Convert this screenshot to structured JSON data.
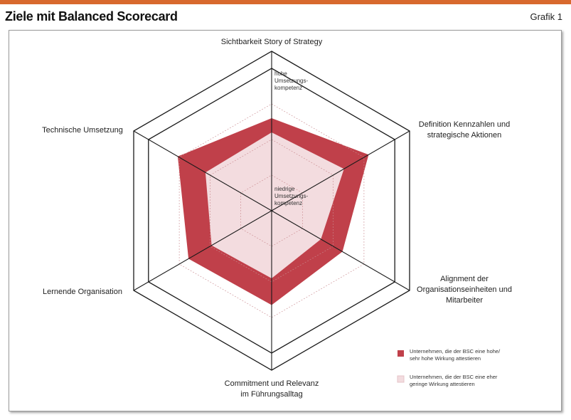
{
  "header": {
    "title": "Ziele mit Balanced Scorecard",
    "figure_label": "Grafik 1"
  },
  "colors": {
    "accent_rule": "#d8692e",
    "high_series": "#c0404a",
    "low_series": "#f3dcdf"
  },
  "chart_data": {
    "type": "radar",
    "axes": [
      [
        "Sichtbarkeit Story of Strategy"
      ],
      [
        "Definition Kennzahlen und",
        "strategische Aktionen"
      ],
      [
        "Alignment der",
        "Organisationseinheiten und",
        "Mitarbeiter"
      ],
      [
        "Commitment und Relevanz",
        "im Führungsalltag"
      ],
      [
        "Lernende Organisation"
      ],
      [
        "Technische Umsetzung"
      ]
    ],
    "scale": {
      "min": 0,
      "max": 4,
      "rings": 4
    },
    "annotations": {
      "outer": [
        "hohe",
        "Umsetzungs-",
        "kompetenz"
      ],
      "inner": [
        "niedrige",
        "Umsetzungs-",
        "kompetenz"
      ]
    },
    "series": [
      {
        "name": "Unternehmen, die der BSC eine hohe/ sehr hohe Wirkung attestieren",
        "legend_lines": [
          "Unternehmen, die der BSC eine hohe/",
          "sehr hohe Wirkung attestieren"
        ],
        "color": "#c0404a",
        "values": [
          2.6,
          3.15,
          2.3,
          2.65,
          2.7,
          3.05
        ]
      },
      {
        "name": "Unternehmen, die der BSC eine eher geringe Wirkung attestieren",
        "legend_lines": [
          "Unternehmen, die der BSC eine eher",
          "geringe Wirkung attestieren"
        ],
        "color": "#f3dcdf",
        "values": [
          2.2,
          2.35,
          1.6,
          1.9,
          1.95,
          2.15
        ]
      }
    ],
    "grid": true
  }
}
